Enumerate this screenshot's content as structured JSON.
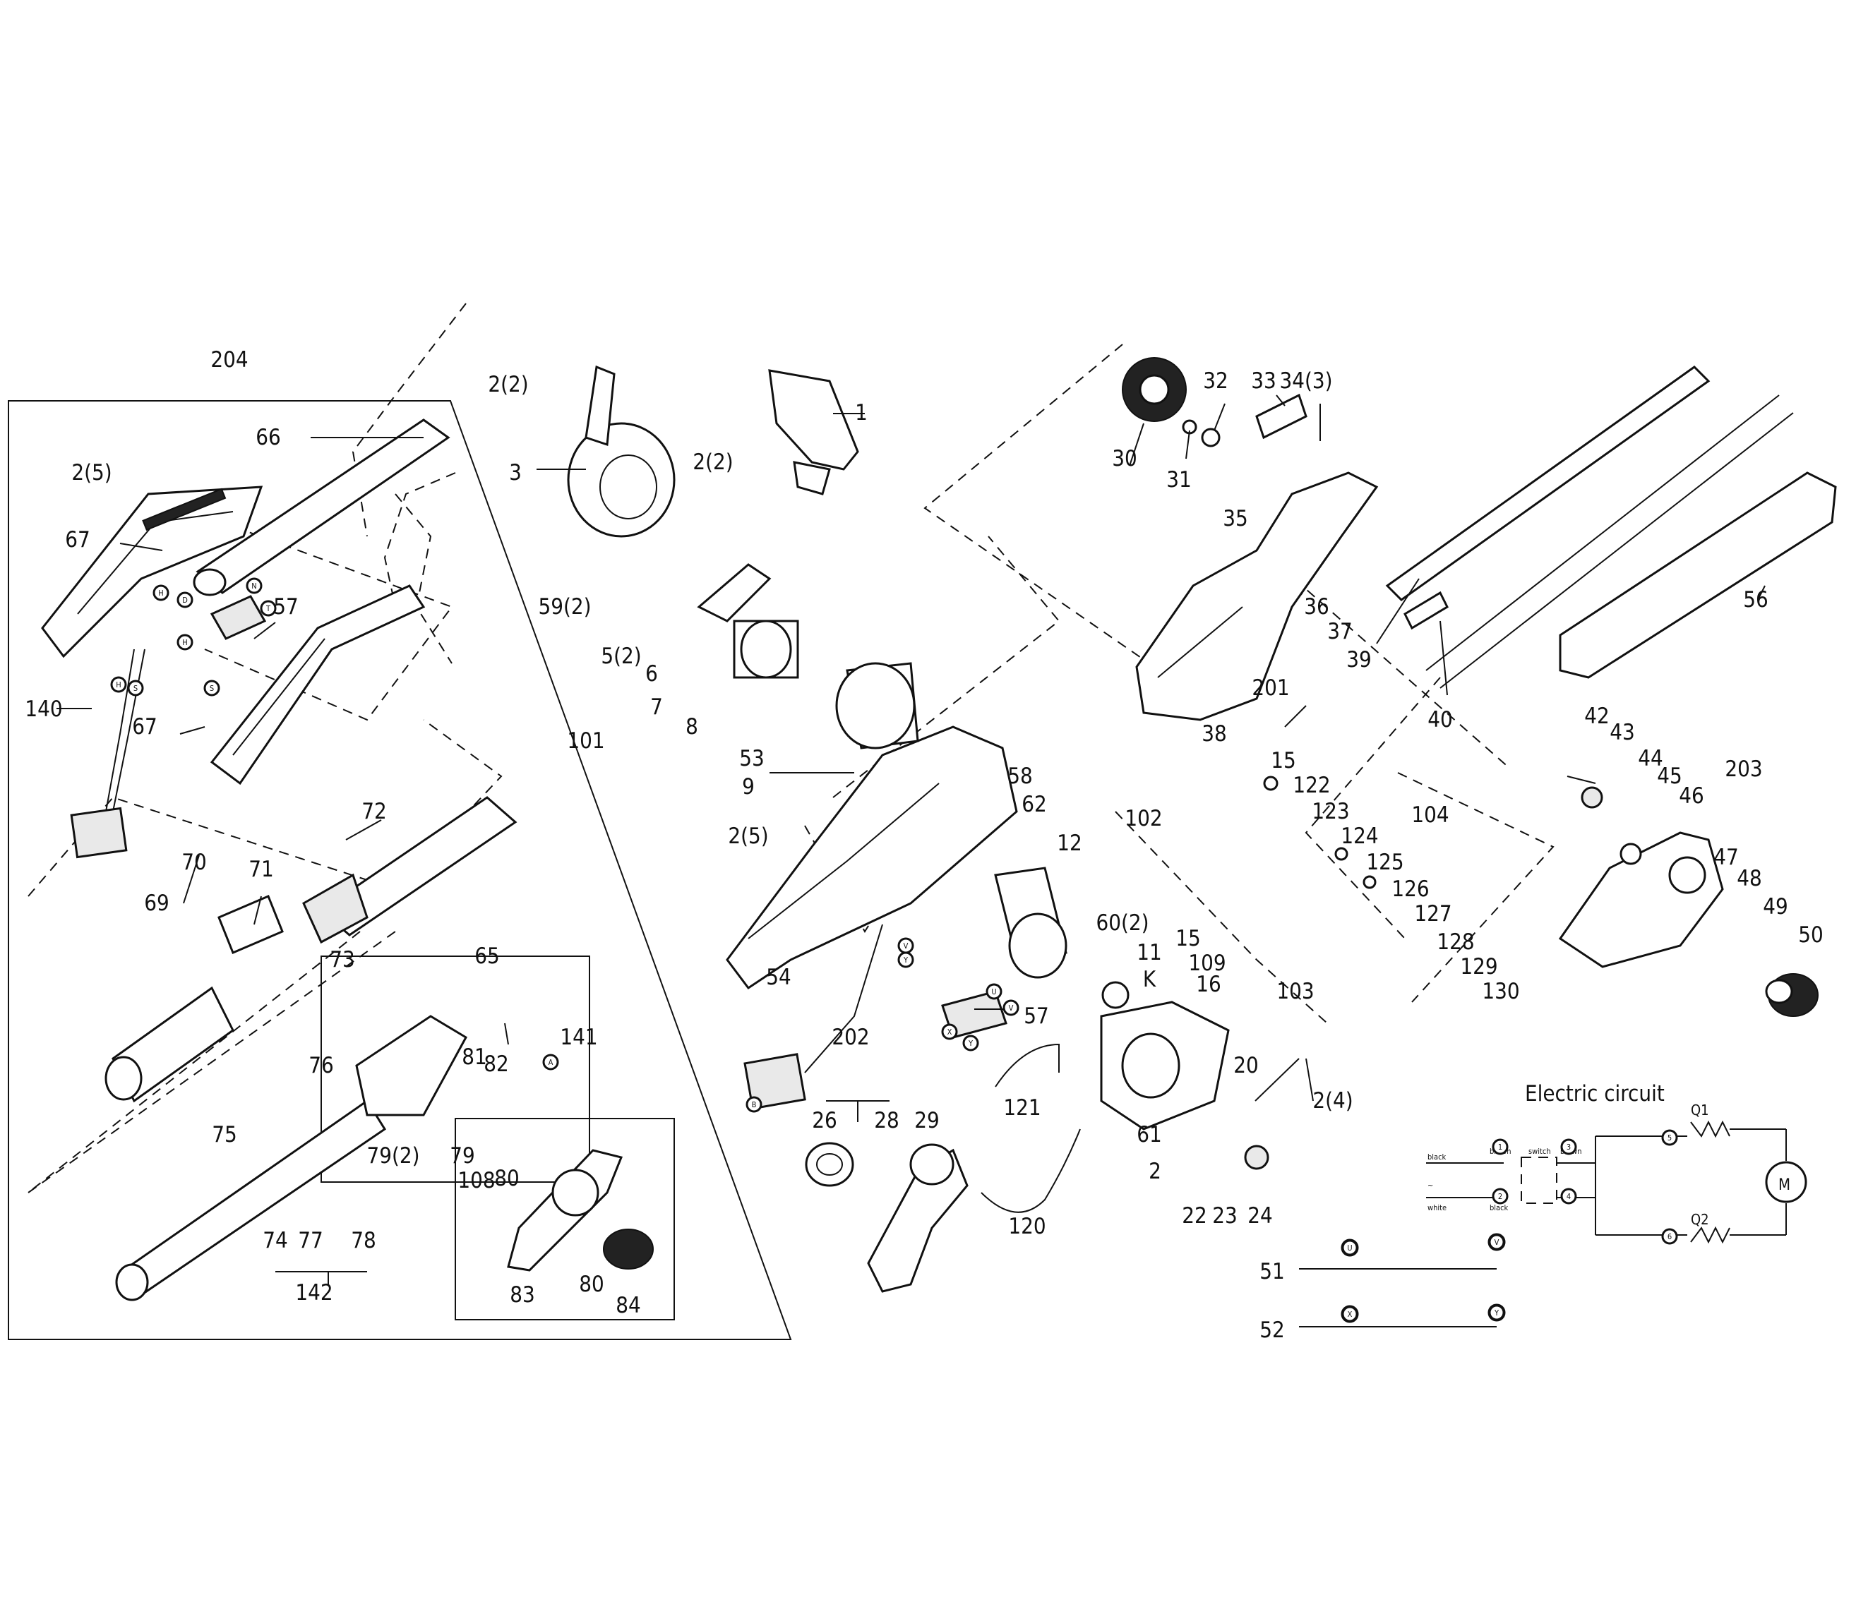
{
  "diagram": {
    "title": "Electric circuit",
    "callouts": [
      {
        "id": "204",
        "text": "204"
      },
      {
        "id": "66",
        "text": "66"
      },
      {
        "id": "2-5-a",
        "text": "2(5)"
      },
      {
        "id": "67-a",
        "text": "67"
      },
      {
        "id": "57-a",
        "text": "57"
      },
      {
        "id": "140",
        "text": "140"
      },
      {
        "id": "67-b",
        "text": "67"
      },
      {
        "id": "72",
        "text": "72"
      },
      {
        "id": "70",
        "text": "70"
      },
      {
        "id": "71",
        "text": "71"
      },
      {
        "id": "69",
        "text": "69"
      },
      {
        "id": "73",
        "text": "73"
      },
      {
        "id": "65",
        "text": "65"
      },
      {
        "id": "141",
        "text": "141"
      },
      {
        "id": "76",
        "text": "76"
      },
      {
        "id": "81",
        "text": "81"
      },
      {
        "id": "82",
        "text": "82"
      },
      {
        "id": "75",
        "text": "75"
      },
      {
        "id": "79",
        "text": "79"
      },
      {
        "id": "108",
        "text": "108"
      },
      {
        "id": "80-a",
        "text": "80"
      },
      {
        "id": "79-2",
        "text": "79(2)"
      },
      {
        "id": "74",
        "text": "74"
      },
      {
        "id": "77",
        "text": "77"
      },
      {
        "id": "78",
        "text": "78"
      },
      {
        "id": "142",
        "text": "142"
      },
      {
        "id": "83",
        "text": "83"
      },
      {
        "id": "80-b",
        "text": "80"
      },
      {
        "id": "84",
        "text": "84"
      },
      {
        "id": "2-2-a",
        "text": "2(2)"
      },
      {
        "id": "3",
        "text": "3"
      },
      {
        "id": "1",
        "text": "1"
      },
      {
        "id": "2-2-b",
        "text": "2(2)"
      },
      {
        "id": "59-2",
        "text": "59(2)"
      },
      {
        "id": "5-2",
        "text": "5(2)"
      },
      {
        "id": "6",
        "text": "6"
      },
      {
        "id": "7",
        "text": "7"
      },
      {
        "id": "101",
        "text": "101"
      },
      {
        "id": "8",
        "text": "8"
      },
      {
        "id": "53",
        "text": "53"
      },
      {
        "id": "9",
        "text": "9"
      },
      {
        "id": "2-5-b",
        "text": "2(5)"
      },
      {
        "id": "58",
        "text": "58"
      },
      {
        "id": "62",
        "text": "62"
      },
      {
        "id": "102",
        "text": "102"
      },
      {
        "id": "12",
        "text": "12"
      },
      {
        "id": "60-2",
        "text": "60(2)"
      },
      {
        "id": "11",
        "text": "11"
      },
      {
        "id": "15-a",
        "text": "15"
      },
      {
        "id": "K",
        "text": "K"
      },
      {
        "id": "109",
        "text": "109"
      },
      {
        "id": "16",
        "text": "16"
      },
      {
        "id": "103",
        "text": "103"
      },
      {
        "id": "54",
        "text": "54"
      },
      {
        "id": "57-b",
        "text": "57"
      },
      {
        "id": "202",
        "text": "202"
      },
      {
        "id": "26",
        "text": "26"
      },
      {
        "id": "28",
        "text": "28"
      },
      {
        "id": "29",
        "text": "29"
      },
      {
        "id": "121",
        "text": "121"
      },
      {
        "id": "120",
        "text": "120"
      },
      {
        "id": "20",
        "text": "20"
      },
      {
        "id": "2-4",
        "text": "2(4)"
      },
      {
        "id": "61",
        "text": "61"
      },
      {
        "id": "2-c",
        "text": "2"
      },
      {
        "id": "22",
        "text": "22"
      },
      {
        "id": "23",
        "text": "23"
      },
      {
        "id": "24",
        "text": "24"
      },
      {
        "id": "30",
        "text": "30"
      },
      {
        "id": "31",
        "text": "31"
      },
      {
        "id": "32",
        "text": "32"
      },
      {
        "id": "33",
        "text": "33"
      },
      {
        "id": "34-3",
        "text": "34(3)"
      },
      {
        "id": "35",
        "text": "35"
      },
      {
        "id": "36",
        "text": "36"
      },
      {
        "id": "37",
        "text": "37"
      },
      {
        "id": "201",
        "text": "201"
      },
      {
        "id": "39",
        "text": "39"
      },
      {
        "id": "38",
        "text": "38"
      },
      {
        "id": "40",
        "text": "40"
      },
      {
        "id": "56",
        "text": "56"
      },
      {
        "id": "15-b",
        "text": "15"
      },
      {
        "id": "122",
        "text": "122"
      },
      {
        "id": "123",
        "text": "123"
      },
      {
        "id": "124",
        "text": "124"
      },
      {
        "id": "104",
        "text": "104"
      },
      {
        "id": "125",
        "text": "125"
      },
      {
        "id": "126",
        "text": "126"
      },
      {
        "id": "127",
        "text": "127"
      },
      {
        "id": "128",
        "text": "128"
      },
      {
        "id": "129",
        "text": "129"
      },
      {
        "id": "130",
        "text": "130"
      },
      {
        "id": "42",
        "text": "42"
      },
      {
        "id": "43",
        "text": "43"
      },
      {
        "id": "44",
        "text": "44"
      },
      {
        "id": "45",
        "text": "45"
      },
      {
        "id": "46",
        "text": "46"
      },
      {
        "id": "203",
        "text": "203"
      },
      {
        "id": "47",
        "text": "47"
      },
      {
        "id": "48",
        "text": "48"
      },
      {
        "id": "49",
        "text": "49"
      },
      {
        "id": "50",
        "text": "50"
      },
      {
        "id": "51",
        "text": "51"
      },
      {
        "id": "52",
        "text": "52"
      }
    ],
    "circuit_labels": {
      "Q1": "Q1",
      "Q2": "Q2",
      "motor": "M",
      "black": "black",
      "white": "white",
      "brown_1": "brown",
      "brown_2": "brown",
      "black_2": "black",
      "switch": "switch",
      "tilde": "~"
    },
    "markers": {
      "U": "U",
      "V": "V",
      "X": "X",
      "Y": "Y",
      "A": "A",
      "B": "B",
      "H": "H",
      "N": "N",
      "S": "S",
      "T": "T",
      "D": "D",
      "n1": "1",
      "n2": "2",
      "n3": "3",
      "n4": "4",
      "n5": "5",
      "n6": "6"
    }
  }
}
